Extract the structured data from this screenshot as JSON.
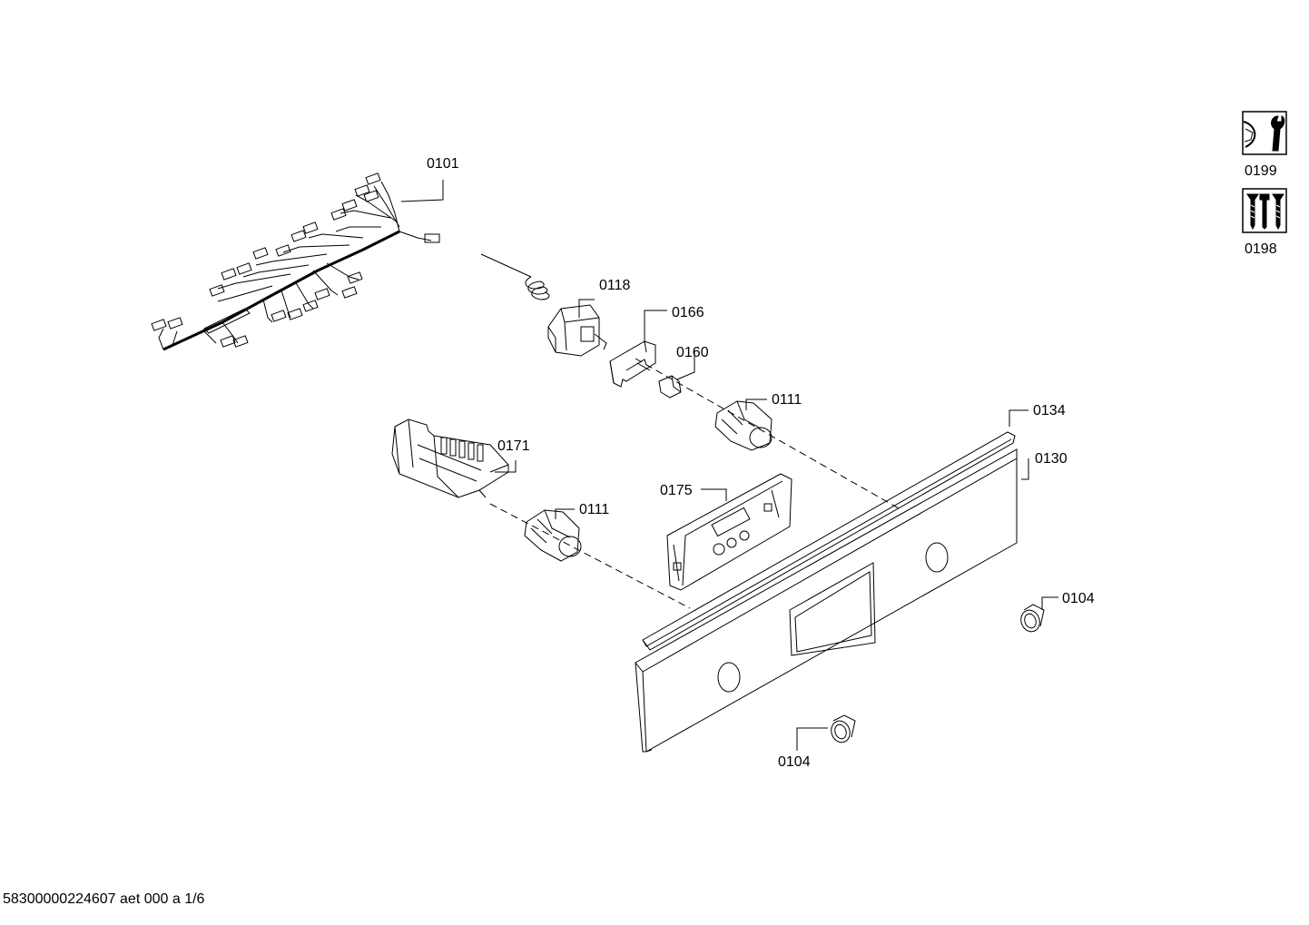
{
  "parts": {
    "p0101": "0101",
    "p0118": "0118",
    "p0166": "0166",
    "p0160": "0160",
    "p0111a": "0111",
    "p0134": "0134",
    "p0171": "0171",
    "p0130": "0130",
    "p0175": "0175",
    "p0111b": "0111",
    "p0104a": "0104",
    "p0104b": "0104"
  },
  "side_icons": {
    "tool": {
      "label": "0199",
      "icon": "wrench-icon"
    },
    "screws": {
      "label": "0198",
      "icon": "screws-icon"
    }
  },
  "footer": {
    "doc_id": "58300000224607 aet 000 a 1/6"
  },
  "colors": {
    "line": "#000000",
    "bg": "#ffffff"
  }
}
